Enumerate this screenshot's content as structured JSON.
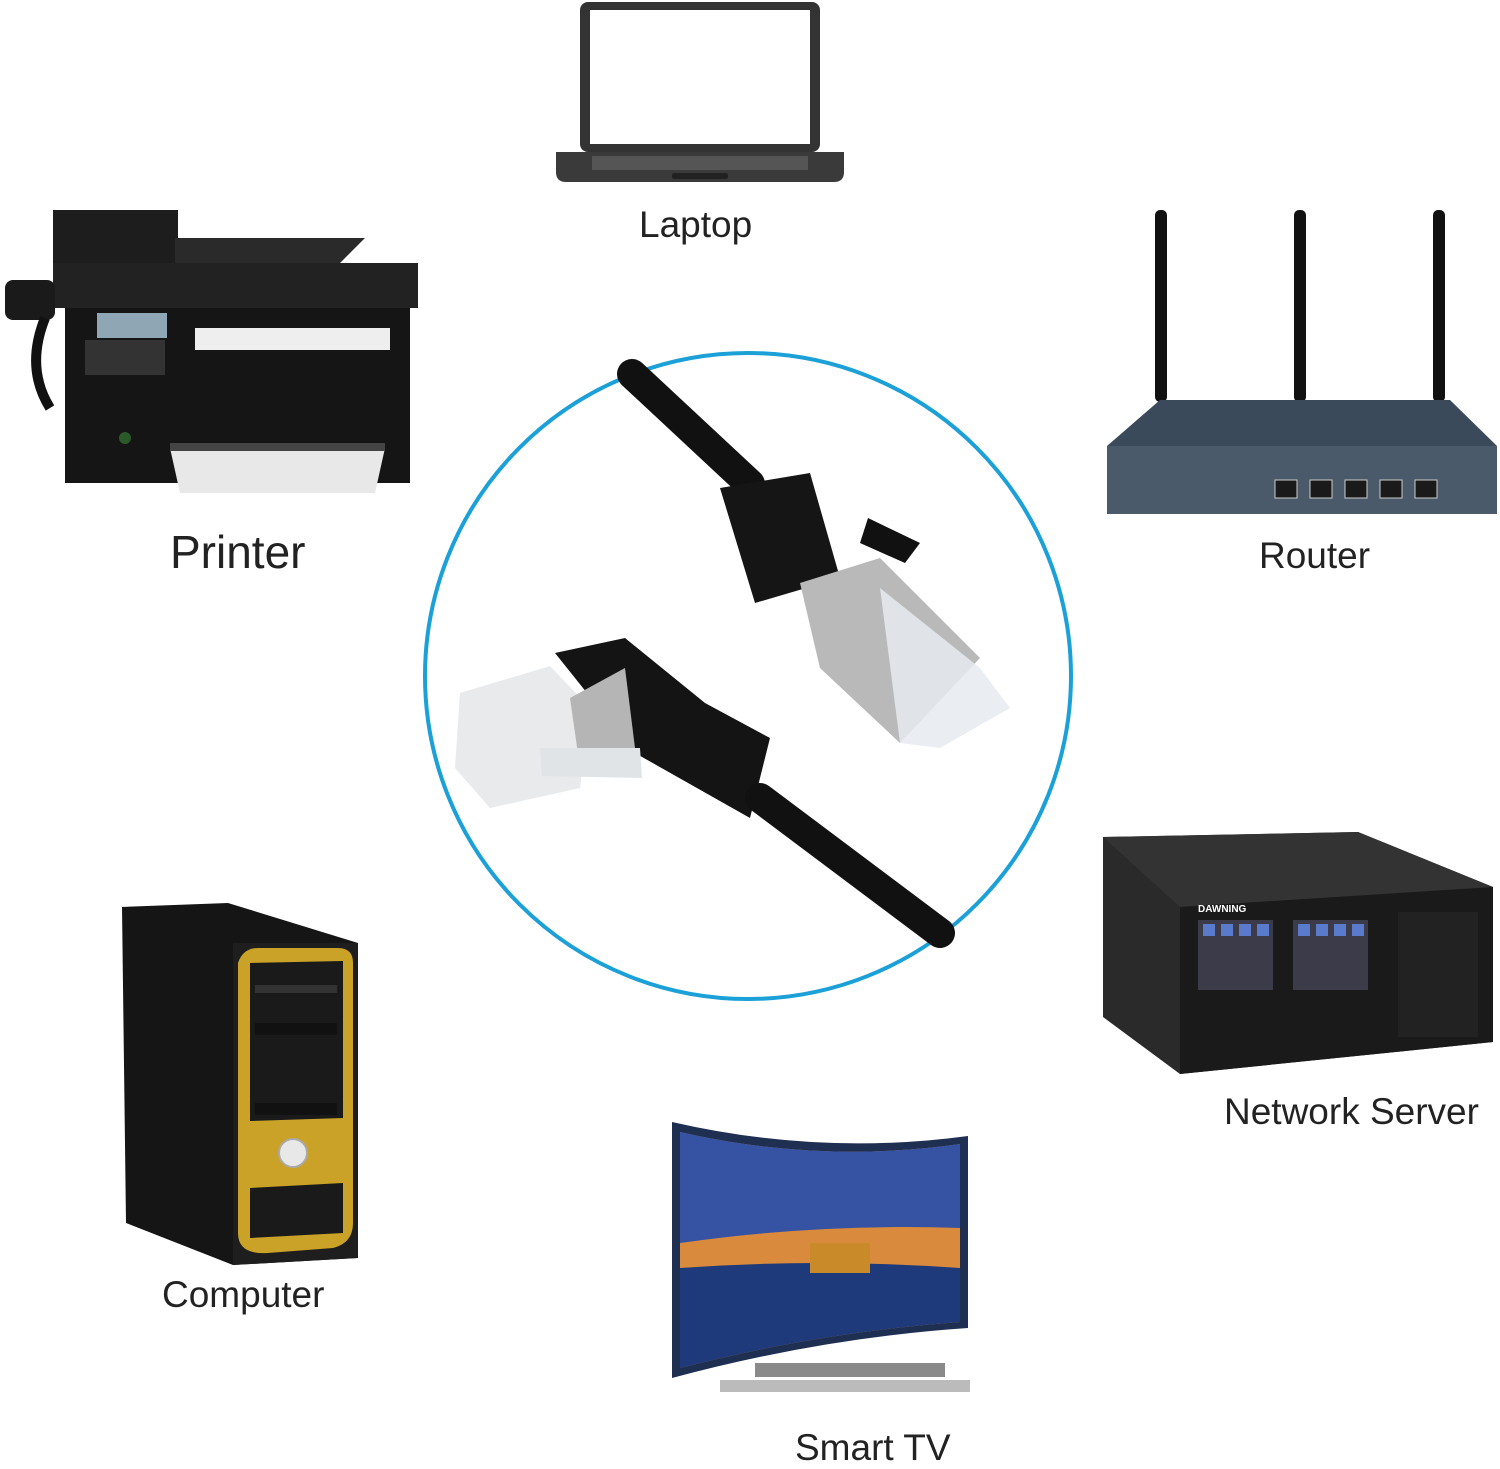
{
  "devices": {
    "laptop": {
      "label": "Laptop"
    },
    "printer": {
      "label": "Printer"
    },
    "router": {
      "label": "Router"
    },
    "computer": {
      "label": "Computer"
    },
    "server": {
      "label": "Network Server",
      "brand": "DAWNING"
    },
    "tv": {
      "label": "Smart TV"
    }
  },
  "center": {
    "subject": "ethernet-cable-icon"
  },
  "colors": {
    "ring": "#1ba0d8",
    "cable": "#111111",
    "gold": "#c9a227"
  }
}
